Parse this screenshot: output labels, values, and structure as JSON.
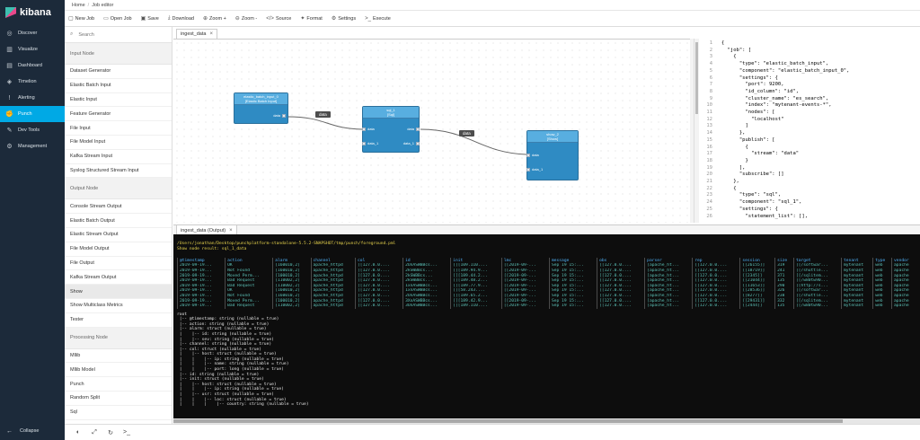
{
  "nav": {
    "logo": "kibana",
    "items": [
      {
        "label": "Discover",
        "icon": "compass-icon",
        "active": false
      },
      {
        "label": "Visualize",
        "icon": "chart-icon",
        "active": false
      },
      {
        "label": "Dashboard",
        "icon": "dashboard-icon",
        "active": false
      },
      {
        "label": "Timelion",
        "icon": "shield-icon",
        "active": false
      },
      {
        "label": "Alerting",
        "icon": "alert-icon",
        "active": false
      },
      {
        "label": "Punch",
        "icon": "punch-icon",
        "active": true
      },
      {
        "label": "Dev Tools",
        "icon": "wrench-icon",
        "active": false
      },
      {
        "label": "Management",
        "icon": "gear-icon",
        "active": false
      }
    ],
    "collapse": "Collapse"
  },
  "breadcrumb": {
    "home": "Home",
    "sep": "/",
    "current": "Job editor"
  },
  "toolbar": [
    {
      "label": "New Job",
      "icon": "new-icon"
    },
    {
      "label": "Open Job",
      "icon": "folder-icon"
    },
    {
      "label": "Save",
      "icon": "save-icon"
    },
    {
      "label": "Download",
      "icon": "download-icon"
    },
    {
      "label": "Zoom +",
      "icon": "zoom-in-icon"
    },
    {
      "label": "Zoom -",
      "icon": "zoom-out-icon"
    },
    {
      "label": "Source",
      "icon": "code-icon"
    },
    {
      "label": "Format",
      "icon": "format-icon"
    },
    {
      "label": "Settings",
      "icon": "gear-icon"
    },
    {
      "label": "Execute",
      "icon": "terminal-icon"
    }
  ],
  "palette": {
    "search_placeholder": "Search",
    "sections": [
      {
        "title": "Input Node",
        "items": [
          "Dataset Generator",
          "Elastic Batch Input",
          "Elastic Input",
          "Feature Generator",
          "File Input",
          "File Model Input",
          "Kafka Stream Input",
          "Syslog Structured Stream Input"
        ]
      },
      {
        "title": "Output Node",
        "items": [
          "Console Stream Output",
          "Elastic Batch Output",
          "Elastic Stream Output",
          "File Model Output",
          "File Output",
          "Kafka Stream Output",
          "Show",
          "Show Multiclass Metrics",
          "Tester"
        ]
      },
      {
        "title": "Processing Node",
        "items": [
          "Mllib",
          "Mllib Model",
          "Punch",
          "Random Split",
          "Sql"
        ]
      }
    ],
    "selected": "Show"
  },
  "tabs": {
    "editor": "ingest_data",
    "output": "ingest_data (Output)"
  },
  "graph": {
    "nodes": [
      {
        "id": "n1",
        "title": "elastic_batch_input_0",
        "subtitle": "[Elastic Batch Input]",
        "out_ports": [
          "data"
        ],
        "in_ports": []
      },
      {
        "id": "n2",
        "title": "sql_1",
        "subtitle": "[Sql]",
        "in_ports": [
          "data",
          "data_1"
        ],
        "out_ports": [
          "data",
          "data_1"
        ]
      },
      {
        "id": "n3",
        "title": "show_2",
        "subtitle": "[Show]",
        "in_ports": [
          "data",
          "data_1"
        ],
        "out_ports": []
      }
    ],
    "edge_labels": [
      "data",
      "data"
    ]
  },
  "json_lines": [
    {
      "n": "1",
      "t": "{"
    },
    {
      "n": "2",
      "t": "  \"job\": ["
    },
    {
      "n": "3",
      "t": "    {"
    },
    {
      "n": "4",
      "t": "      \"type\": \"elastic_batch_input\","
    },
    {
      "n": "5",
      "t": "      \"component\": \"elastic_batch_input_0\","
    },
    {
      "n": "6",
      "t": "      \"settings\": {"
    },
    {
      "n": "7",
      "t": "        \"port\": 9200,"
    },
    {
      "n": "8",
      "t": "        \"id_column\": \"id\","
    },
    {
      "n": "9",
      "t": "        \"cluster_name\": \"es_search\","
    },
    {
      "n": "10",
      "t": "        \"index\": \"mytenant-events-*\","
    },
    {
      "n": "11",
      "t": "        \"nodes\": ["
    },
    {
      "n": "12",
      "t": "          \"localhost\""
    },
    {
      "n": "13",
      "t": "        ]"
    },
    {
      "n": "14",
      "t": "      },"
    },
    {
      "n": "15",
      "t": "      \"publish\": ["
    },
    {
      "n": "16",
      "t": "        {"
    },
    {
      "n": "17",
      "t": "          \"stream\": \"data\""
    },
    {
      "n": "18",
      "t": "        }"
    },
    {
      "n": "19",
      "t": "      ],"
    },
    {
      "n": "20",
      "t": "      \"subscribe\": []"
    },
    {
      "n": "21",
      "t": "    },"
    },
    {
      "n": "22",
      "t": "    {"
    },
    {
      "n": "23",
      "t": "      \"type\": \"sql\","
    },
    {
      "n": "24",
      "t": "      \"component\": \"sql_1\","
    },
    {
      "n": "25",
      "t": "      \"settings\": {"
    },
    {
      "n": "26",
      "t": "        \"statement_list\": [],"
    }
  ],
  "terminal": {
    "path": "/Users/jonathan/Desktop/punchplatform-standalone-5.5.2-SNAPSHOT/tmp/punch/foreground.pml",
    "result": "Show node result: sql_1_data",
    "columns": [
      "@timestamp",
      "action",
      "alarm",
      "channel",
      "col",
      "id",
      "init",
      "lmc",
      "message",
      "obs",
      "parser",
      "rep",
      "session",
      "size",
      "target",
      "tenant",
      "type",
      "vendor"
    ],
    "rows": [
      [
        "2019-09-19...",
        "OK",
        "[160010,2]",
        "apache_httpd",
        "[[127.0.0....",
        "2UnASWBBcs...",
        "[[[109.110....",
        "[[2019-09-...",
        "Sep 19 15:...",
        "[[127.0.0....",
        "[apache_ht...",
        "[[127.0.0....",
        "[[26155]]",
        "319",
        "[[/softwar...",
        "mytenant",
        "web",
        "apache"
      ],
      [
        "2019-09-19...",
        "Not Found",
        "[160010,2]",
        "apache_httpd",
        "[[127.0.0....",
        "2kSWBBcs...",
        "[[[189.94.9...",
        "[[2019-09-...",
        "Sep 19 15:...",
        "[[127.0.0....",
        "[apache_ht...",
        "[[127.0.0....",
        "[[18719]]",
        "241",
        "[[/shuttle...",
        "mytenant",
        "web",
        "apache"
      ],
      [
        "2019-09-19...",
        "Moved Perm...",
        "[100010,2]",
        "apache_httpd",
        "[[127.0.0....",
        "2kSWBBcs...",
        "[[[189.44.2...",
        "[[2019-09-...",
        "Sep 19 15:...",
        "[[127.0.0....",
        "[apache_ht...",
        "[[127.0.0....",
        "[[2345]]",
        "371",
        "[[/sqlitem...",
        "mytenant",
        "web",
        "apache"
      ],
      [
        "2019-09-19...",
        "Bad Request",
        "[110002,2]",
        "apache_httpd",
        "[[127.0.0....",
        "2kSWBBcs...",
        "[[[189.48.2...",
        "[[2019-09-...",
        "Sep 19 15:...",
        "[[127.0.0....",
        "[apache_ht...",
        "[[127.0.0....",
        "[[21044]]",
        "135",
        "[[/w80tw90...",
        "mytenant",
        "web",
        "apache"
      ],
      [
        "2019-09-19...",
        "Bad Request",
        "[110002,2]",
        "apache_httpd",
        "[[127.0.0....",
        "1xnASWBBcs...",
        "[[[189.77.9...",
        "[[2019-09-...",
        "Sep 19 15:...",
        "[[127.0.0....",
        "[apache_ht...",
        "[[127.0.0....",
        "[[11653]]",
        "290",
        "[[http://s...",
        "mytenant",
        "web",
        "apache"
      ],
      [
        "2019-09-19...",
        "OK",
        "[160010,2]",
        "apache_httpd",
        "[[127.0.0....",
        "1xnASWBBcs...",
        "[[[58.243....",
        "[[2019-09-...",
        "Sep 19 15:...",
        "[[127.0.0....",
        "[apache_ht...",
        "[[127.0.0....",
        "[[28536]]",
        "326",
        "[[/softwar...",
        "mytenant",
        "web",
        "apache"
      ],
      [
        "2019-09-19...",
        "Not Found",
        "[160010,2]",
        "apache_httpd",
        "[[127.0.0....",
        "2UnASWBBcs...",
        "[[[189.65.2...",
        "[[2019-09-...",
        "Sep 19 15:...",
        "[[127.0.0....",
        "[apache_ht...",
        "[[127.0.0....",
        "[[8277]]",
        "238",
        "[[/shuttle...",
        "mytenant",
        "web",
        "apache"
      ],
      [
        "2019-09-19...",
        "Moved Perm...",
        "[100010,2]",
        "apache_httpd",
        "[[127.0.0....",
        "3XnASWBBcs...",
        "[[[189.42.9...",
        "[[2019-09-...",
        "Sep 19 15:...",
        "[[127.0.0....",
        "[apache_ht...",
        "[[127.0.0....",
        "[[29431]]",
        "332",
        "[[/sqlitem...",
        "mytenant",
        "web",
        "apache"
      ],
      [
        "2019-09-19...",
        "Bad Request",
        "[110002,2]",
        "apache_httpd",
        "[[127.0.0....",
        "3UnASWBBcs...",
        "[[[189.110....",
        "[[2019-09-...",
        "Sep 19 15:...",
        "[[127.0.0....",
        "[apache_ht...",
        "[[127.0.0....",
        "[[2444]]",
        "135",
        "[[/w80tw90...",
        "mytenant",
        "web",
        "apache"
      ]
    ],
    "schema": "root\n |-- @timestamp: string (nullable = true)\n |-- action: string (nullable = true)\n |-- alarm: struct (nullable = true)\n |    |-- id: string (nullable = true)\n |    |-- sev: string (nullable = true)\n |-- channel: string (nullable = true)\n |-- col: struct (nullable = true)\n |    |-- host: struct (nullable = true)\n |    |    |-- ip: string (nullable = true)\n |    |    |-- name: string (nullable = true)\n |    |    |-- port: long (nullable = true)\n |-- id: string (nullable = true)\n |-- init: struct (nullable = true)\n |    |-- host: struct (nullable = true)\n |    |    |-- ip: string (nullable = true)\n |    |-- usr: struct (nullable = true)\n |    |    |-- loc: struct (nullable = true)\n |    |    |    |-- country: string (nullable = true)"
  },
  "bottom_icons": [
    "contrast-icon",
    "expand-icon",
    "refresh-icon",
    "terminal-icon"
  ]
}
